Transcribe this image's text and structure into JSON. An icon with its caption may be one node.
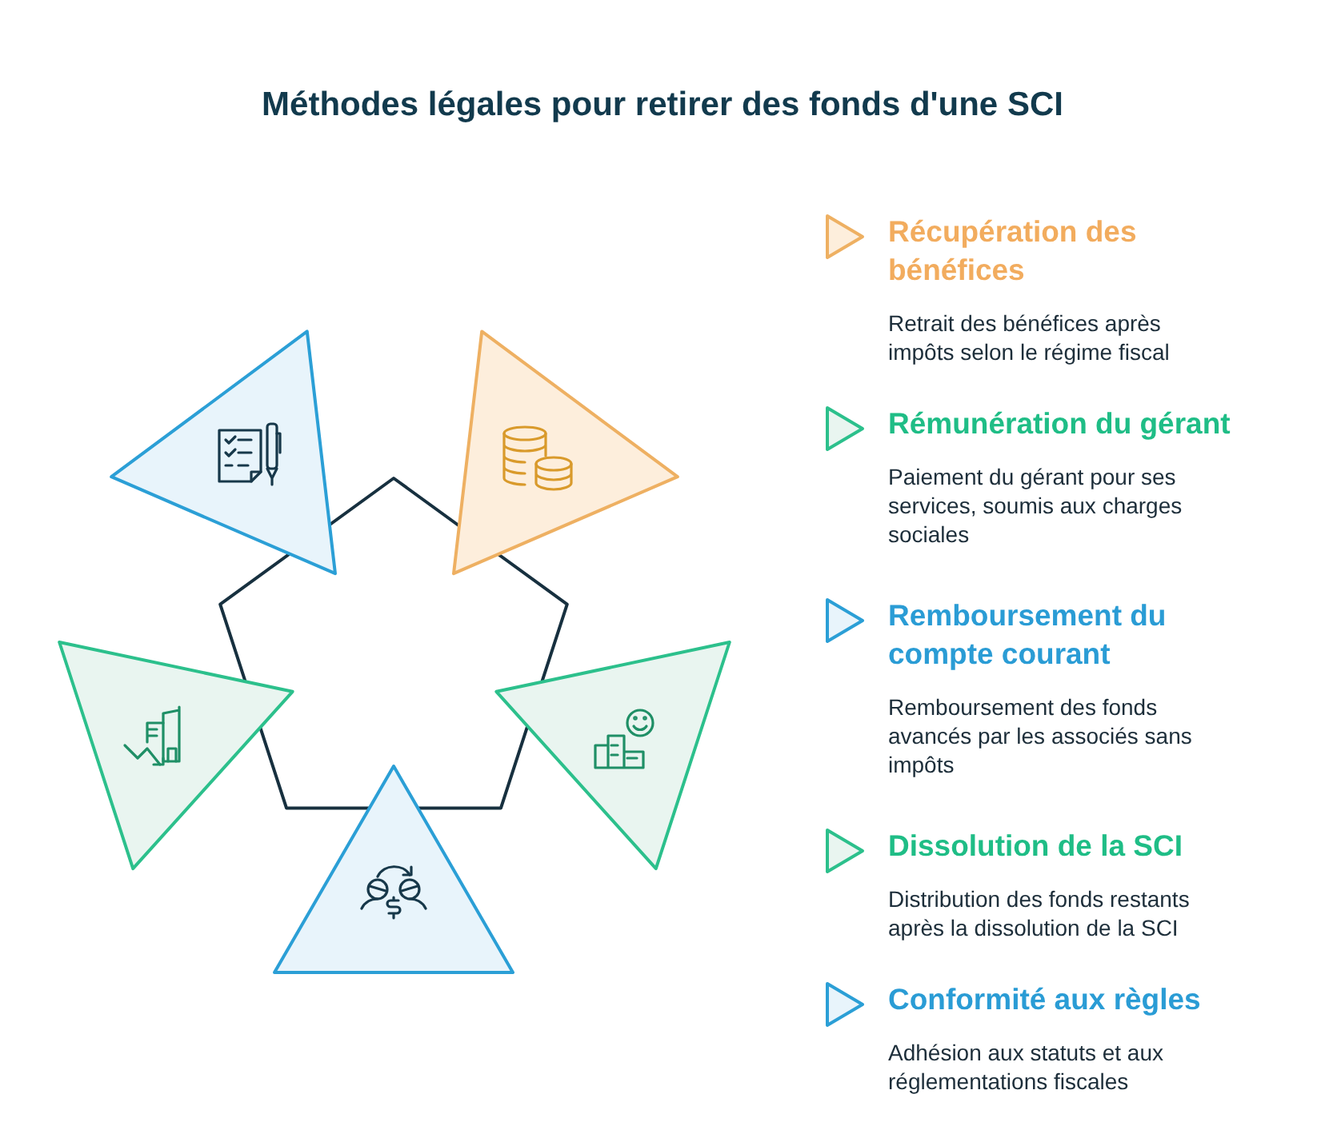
{
  "diagram": {
    "title": "Méthodes légales pour retirer des fonds d'une SCI",
    "nodes": [
      {
        "text": [],
        "shape": "pentagon"
      },
      {
        "text": [],
        "shape": "triangle"
      },
      {
        "text": [],
        "shape": "triangle"
      },
      {
        "text": [],
        "shape": "triangle"
      },
      {
        "text": [],
        "shape": "triangle"
      },
      {
        "text": [],
        "shape": "triangle"
      },
      {
        "text": [
          "Récupération des bénéfices",
          "Retrait des bénéfices après impôts selon le régime fiscal"
        ]
      },
      {
        "text": [
          "Rémunération du gérant",
          "Paiement du gérant pour ses services, soumis aux charges sociales"
        ]
      },
      {
        "text": [
          "Remboursement du compte courant",
          "Remboursement des fonds avancés par les associés sans impôts"
        ]
      },
      {
        "text": [
          "Dissolution de la SCI",
          "Distribution des fonds restants après la dissolution de la SCI"
        ]
      },
      {
        "text": [
          "Conformité aux règles",
          "Adhésion aux statuts et aux réglementations fiscales"
        ]
      }
    ]
  }
}
